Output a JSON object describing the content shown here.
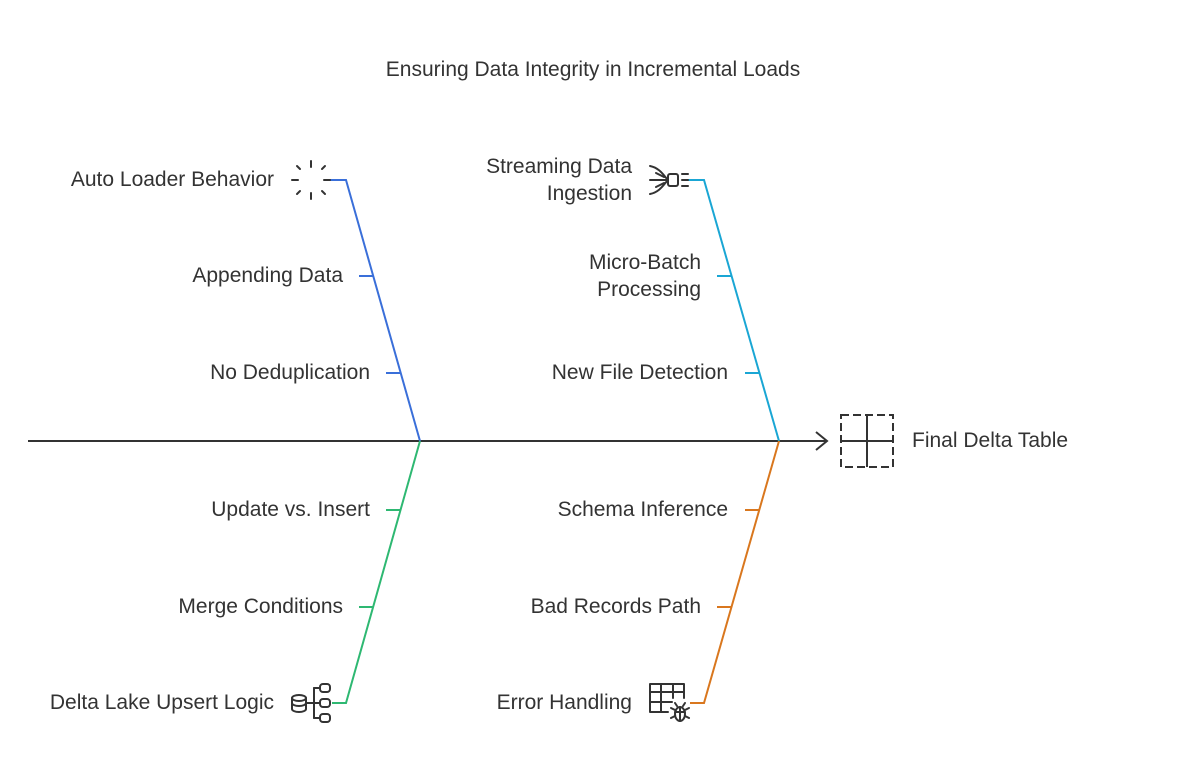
{
  "title": "Ensuring Data Integrity in Incremental Loads",
  "head": {
    "label": "Final Delta Table",
    "icon": "dashed-grid-table-icon"
  },
  "colors": {
    "spine": "#333333",
    "auto_loader": "#3a6fd9",
    "streaming": "#1aa6d4",
    "upsert": "#2eb872",
    "error": "#d9771e",
    "icon": "#333333"
  },
  "bones": {
    "auto_loader": {
      "category": "Auto Loader Behavior",
      "icon": "sparkle-icon",
      "causes": [
        "Appending Data",
        "No Deduplication"
      ]
    },
    "streaming": {
      "category": "Streaming Data Ingestion",
      "icon": "data-stream-icon",
      "causes": [
        "Micro-Batch Processing",
        "New File Detection"
      ]
    },
    "upsert": {
      "category": "Delta Lake Upsert Logic",
      "icon": "database-tree-icon",
      "causes": [
        "Update vs. Insert",
        "Merge Conditions"
      ]
    },
    "error": {
      "category": "Error Handling",
      "icon": "table-bug-icon",
      "causes": [
        "Schema Inference",
        "Bad Records Path"
      ]
    }
  }
}
